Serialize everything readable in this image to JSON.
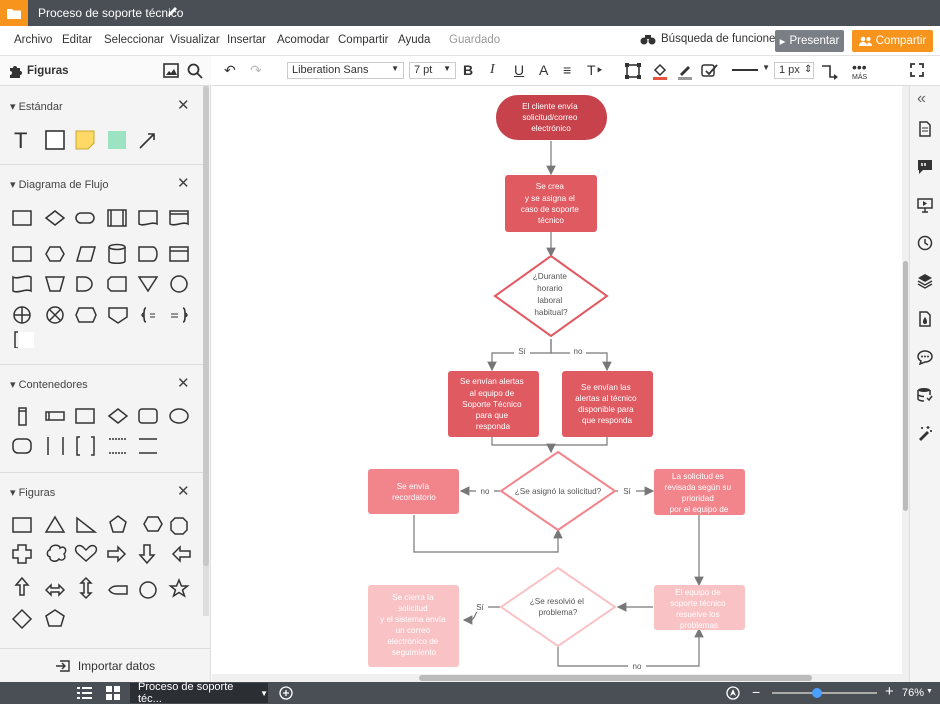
{
  "titlebar": {
    "title": "Proceso de soporte técnico"
  },
  "menu": {
    "items": [
      "Archivo",
      "Editar",
      "Seleccionar",
      "Visualizar",
      "Insertar",
      "Acomodar",
      "Compartir",
      "Ayuda"
    ],
    "saved": "Guardado"
  },
  "header": {
    "feature_search": "Búsqueda de funciones",
    "present": "Presentar",
    "share": "Compartir"
  },
  "shapes_panel": {
    "title": "Figuras",
    "sections": [
      "Estándar",
      "Diagrama de Flujo",
      "Contenedores",
      "Figuras"
    ],
    "import": "Importar datos"
  },
  "toolbar": {
    "font": "Liberation Sans",
    "font_size": "7 pt",
    "line_width": "1 px",
    "more": "MÁS"
  },
  "flow": {
    "start": [
      "El cliente envía",
      "solicitud/correo",
      "electrónico"
    ],
    "create": [
      "Se crea",
      "y se asigna el",
      "caso de soporte",
      "técnico"
    ],
    "decision1": [
      "¿Durante",
      "horario",
      "laboral",
      "habitual?"
    ],
    "label_si1": "Sí",
    "label_no1": "no",
    "alert_team": [
      "Se envían alertas",
      "al equipo de",
      "Soporte Técnico",
      "para que",
      "responda"
    ],
    "alert_tech": [
      "Se envían las",
      "alertas al técnico",
      "disponible para",
      "que responda"
    ],
    "decision2": "¿Se asignó la solicitud?",
    "label_no2": "no",
    "label_si2": "Sí",
    "reminder": [
      "Se envía",
      "recordatorio"
    ],
    "review": [
      "La solicitud es",
      "revisada según su",
      "prioridad",
      "por el equipo de"
    ],
    "solve": [
      "El equipo de",
      "soporte técnico",
      "resuelve los",
      "problemas"
    ],
    "decision3": [
      "¿Se resolvió el",
      "problema?"
    ],
    "label_si3": "Sí",
    "label_no3": "no",
    "close": [
      "Se cierra la",
      "solicitud",
      "y el sistema envía",
      "un correo",
      "electrónico de",
      "seguimiento"
    ]
  },
  "statusbar": {
    "page_tab": "Proceso de soporte téc...",
    "zoom": "76%"
  },
  "colors": {
    "accent": "#f7941d",
    "dark_red": "#c7424b",
    "red": "#e05a62",
    "pink": "#f2848b",
    "light_pink": "#f9c2c5"
  }
}
